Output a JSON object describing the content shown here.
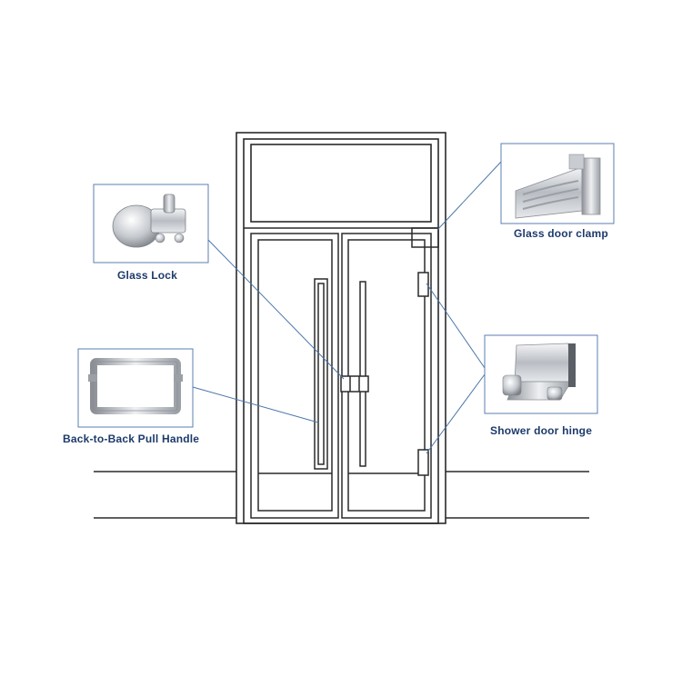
{
  "callouts": {
    "glass_lock": "Glass Lock",
    "pull_handle": "Back-to-Back Pull Handle",
    "door_clamp": "Glass door clamp",
    "door_hinge": "Shower door hinge"
  },
  "colors": {
    "outline": "#2a2a2a",
    "leader_line": "#4a77a8",
    "label_text": "#1d3a6b",
    "frame_border": "#5b7fb0",
    "metal_light": "#e6e8eb",
    "metal_dark": "#8c9096"
  },
  "icons": {
    "glass_lock": "glass-lock-product-icon",
    "pull_handle": "pull-handle-product-icon",
    "door_clamp": "door-clamp-product-icon",
    "door_hinge": "door-hinge-product-icon"
  }
}
